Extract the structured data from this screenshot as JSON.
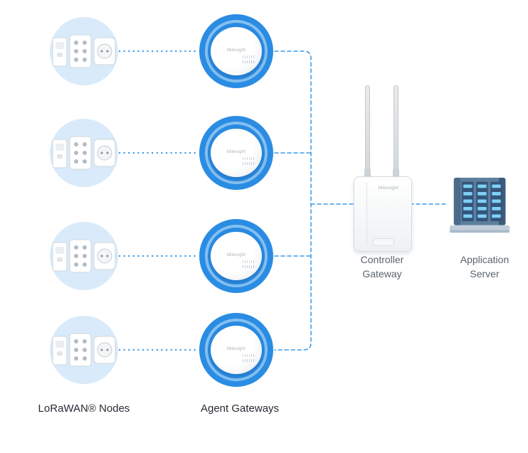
{
  "brand": "Milesight",
  "labels": {
    "lorawan_nodes": "LoRaWAN® Nodes",
    "agent_gateways": "Agent Gateways",
    "controller_gateway": "Controller\nGateway",
    "application_server": "Application\nServer"
  },
  "colors": {
    "background": "#ffffff",
    "node_circle_fill": "#d9ebfa",
    "gateway_circle_fill": "#2a8ce3",
    "gateway_ring": "#8ec5f2",
    "connector": "#3f9ce8",
    "device_label": "#5a646e",
    "bottom_label": "#262b33"
  },
  "structure": {
    "node_cluster_rows": 4,
    "agent_gateway_rows": 4
  },
  "icons": {
    "node_cluster": "sensor-devices-icon",
    "agent_gateway": "gateway-puck-icon",
    "controller": "controller-gateway-icon",
    "server": "application-server-icon"
  }
}
